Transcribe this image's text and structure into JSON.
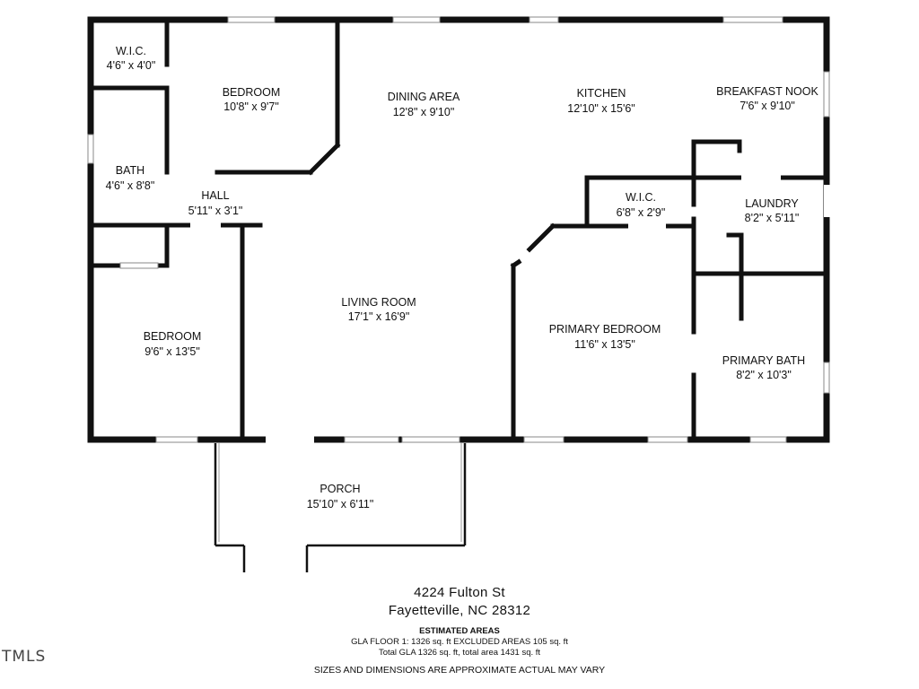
{
  "rooms": [
    {
      "id": "wic-1",
      "name": "W.I.C.",
      "dims": "4'6\" x 4'0\""
    },
    {
      "id": "bedroom-1",
      "name": "BEDROOM",
      "dims": "10'8\" x 9'7\""
    },
    {
      "id": "dining-area",
      "name": "DINING AREA",
      "dims": "12'8\" x 9'10\""
    },
    {
      "id": "kitchen",
      "name": "KITCHEN",
      "dims": "12'10\" x 15'6\""
    },
    {
      "id": "breakfast-nook",
      "name": "BREAKFAST NOOK",
      "dims": "7'6\" x 9'10\""
    },
    {
      "id": "bath",
      "name": "BATH",
      "dims": "4'6\" x 8'8\""
    },
    {
      "id": "hall",
      "name": "HALL",
      "dims": "5'11\" x 3'1\""
    },
    {
      "id": "wic-2",
      "name": "W.I.C.",
      "dims": "6'8\" x 2'9\""
    },
    {
      "id": "laundry",
      "name": "LAUNDRY",
      "dims": "8'2\" x 5'11\""
    },
    {
      "id": "living-room",
      "name": "LIVING ROOM",
      "dims": "17'1\" x 16'9\""
    },
    {
      "id": "bedroom-2",
      "name": "BEDROOM",
      "dims": "9'6\" x 13'5\""
    },
    {
      "id": "primary-bedroom",
      "name": "PRIMARY BEDROOM",
      "dims": "11'6\" x 13'5\""
    },
    {
      "id": "primary-bath",
      "name": "PRIMARY BATH",
      "dims": "8'2\" x 10'3\""
    },
    {
      "id": "porch",
      "name": "PORCH",
      "dims": "15'10\" x 6'11\""
    }
  ],
  "footer": {
    "street": "4224 Fulton St",
    "city": "Fayetteville, NC  28312",
    "areas_heading": "ESTIMATED AREAS",
    "areas_line1": "GLA FLOOR 1: 1326 sq. ft EXCLUDED AREAS 105 sq. ft",
    "areas_line2": "Total GLA 1326 sq. ft, total area 1431 sq. ft",
    "disclaimer": "SIZES AND DIMENSIONS ARE APPROXIMATE ACTUAL MAY VARY"
  },
  "logo_text": "TMLS",
  "colors": {
    "wall": "#111111",
    "background": "#ffffff"
  }
}
